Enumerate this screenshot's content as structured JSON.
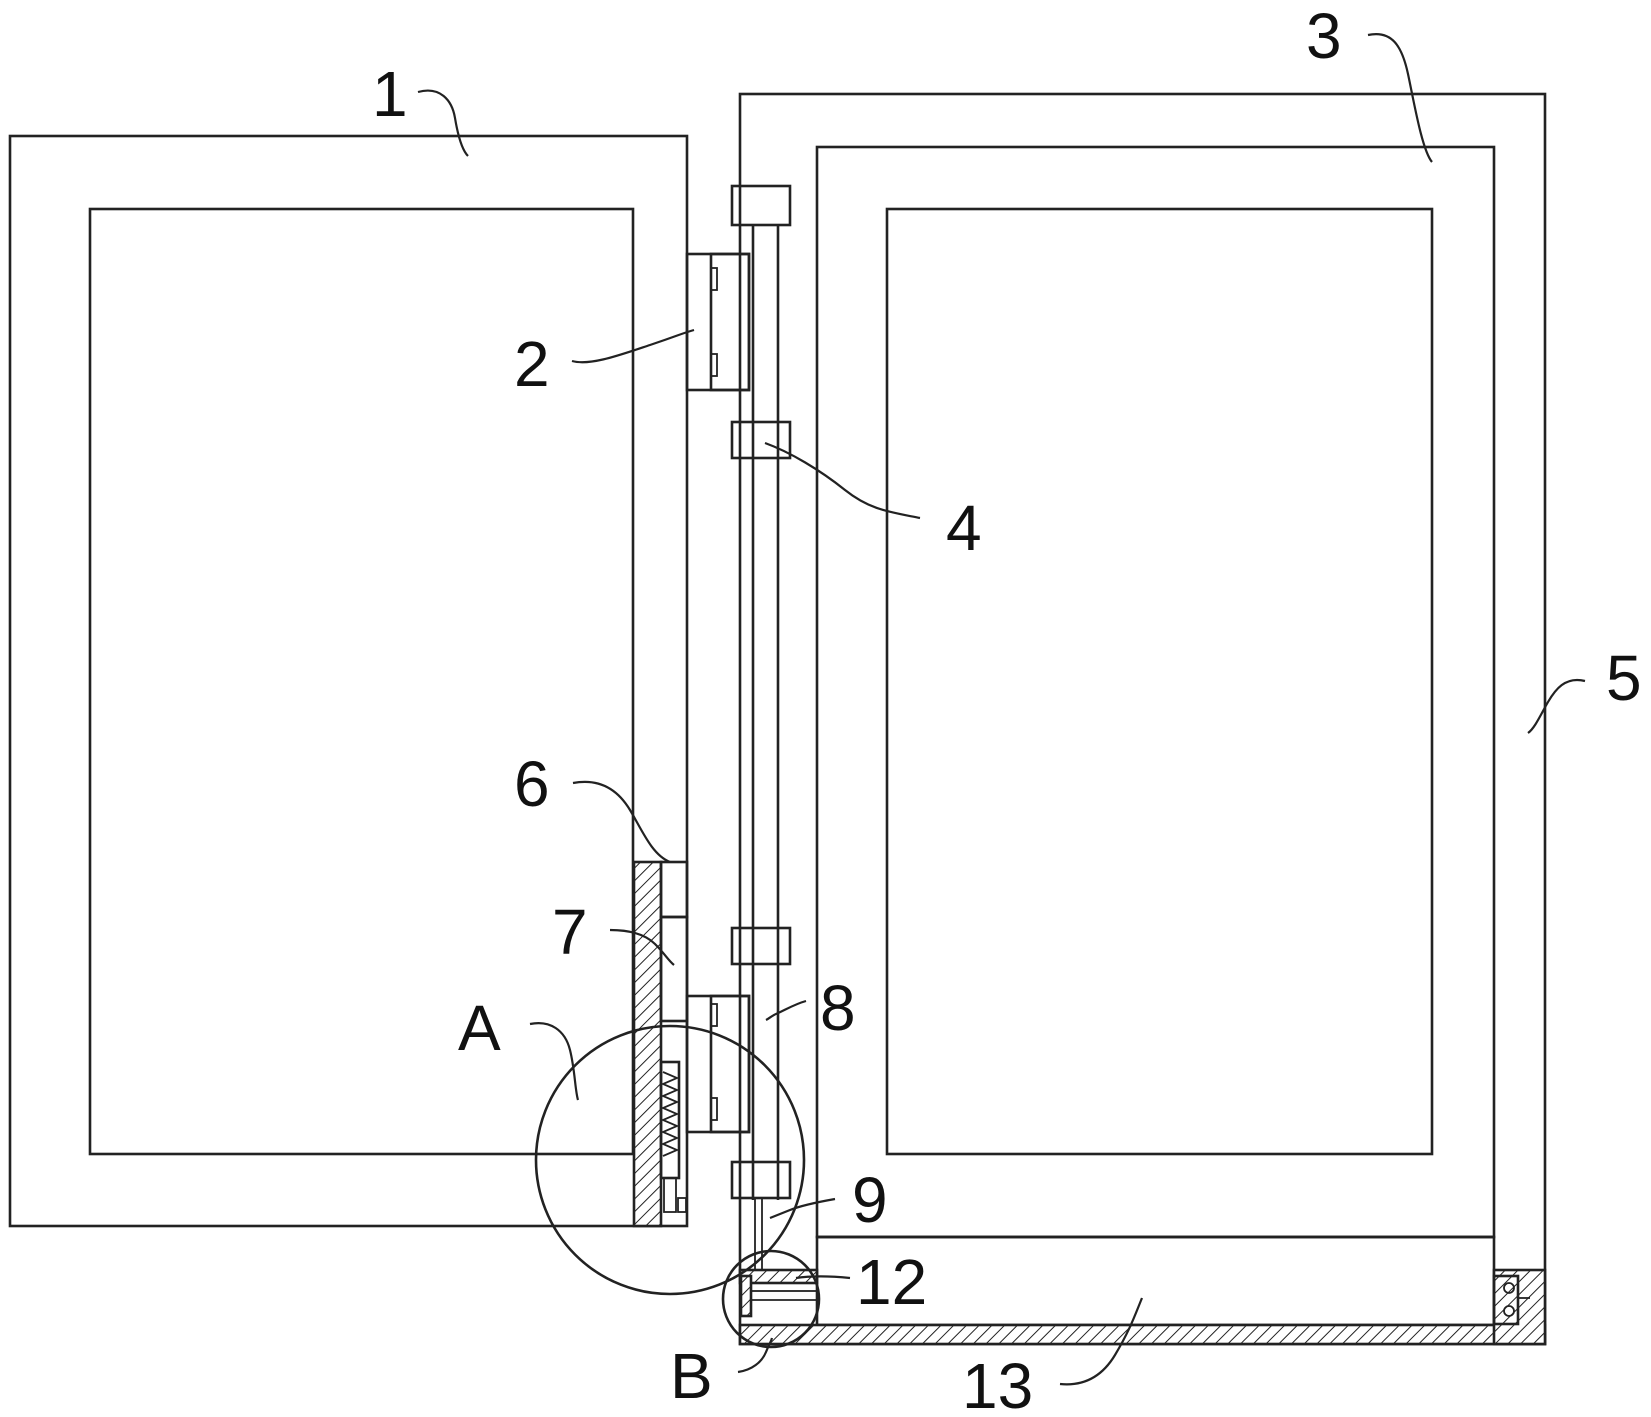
{
  "labels": {
    "l1": "1",
    "l2": "2",
    "l3": "3",
    "l4": "4",
    "l5": "5",
    "l6": "6",
    "l7": "7",
    "l8": "8",
    "l9": "9",
    "l12": "12",
    "l13": "13",
    "lA": "A",
    "lB": "B"
  },
  "colors": {
    "line": "#222222",
    "background": "#ffffff"
  }
}
